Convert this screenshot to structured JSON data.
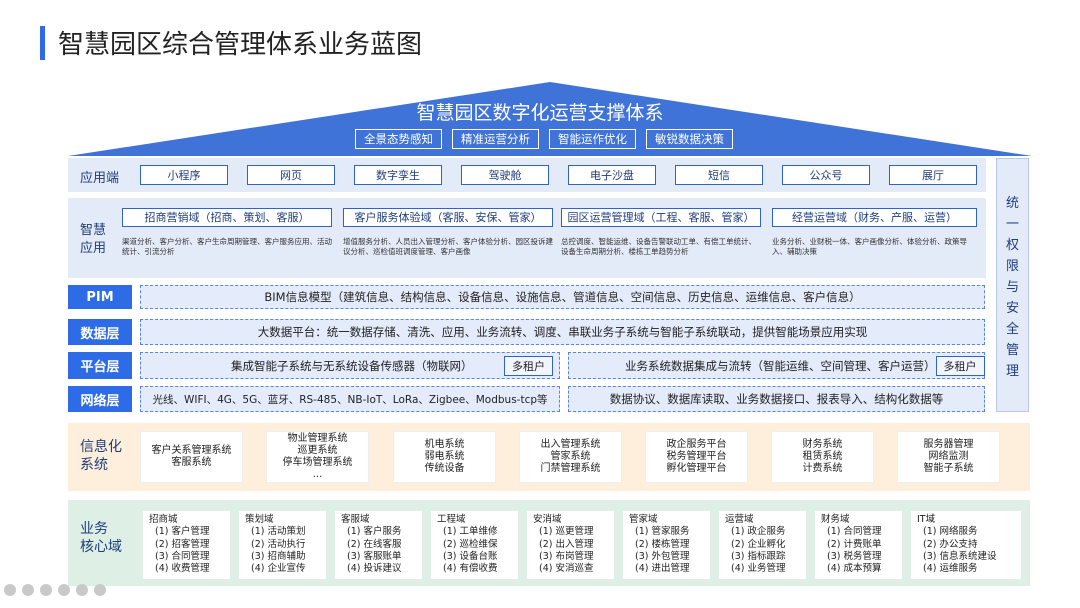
{
  "page_title": "智慧园区综合管理体系业务蓝图",
  "roof": {
    "title": "智慧园区数字化运营支撑体系",
    "tags": [
      "全景态势感知",
      "精准运营分析",
      "智能运作优化",
      "敏锐数据决策"
    ]
  },
  "security": {
    "label": [
      "统",
      "一",
      "权",
      "限",
      "与",
      "安",
      "全",
      "管",
      "理"
    ]
  },
  "app_end": {
    "label": "应用端",
    "items": [
      "小程序",
      "网页",
      "数字孪生",
      "驾驶舱",
      "电子沙盘",
      "短信",
      "公众号",
      "展厅"
    ]
  },
  "smart_apps": {
    "label": [
      "智慧",
      "应用"
    ],
    "cats": [
      {
        "title": "招商营销域（招商、策划、客服）",
        "desc": "渠道分析、客户分析、客户生命周期管理、客户服务应用、活动统计、引流分析"
      },
      {
        "title": "客户服务体验域（客服、安保、管家）",
        "desc": "增值服务分析、人员出入管理分析、客户体验分析、园区投诉建议分析、巡检值班调度管理、客户画像"
      },
      {
        "title": "园区运营管理域（工程、客服、管家）",
        "desc": "总控调度、智能运维、设备告警联动工单、有偿工单统计、设备生命周期分析、楼栋工单趋势分析"
      },
      {
        "title": "经营运营域（财务、产服、运营）",
        "desc": "业务分析、业财税一体、客户画像分析、体验分析、政策导入、辅助决策"
      }
    ]
  },
  "pim": {
    "label": "PIM",
    "text": "BIM信息模型（建筑信息、结构信息、设备信息、设施信息、管道信息、空间信息、历史信息、运维信息、客户信息）"
  },
  "data_layer": {
    "label": "数据层",
    "text": "大数据平台：统一数据存储、清洗、应用、业务流转、调度、串联业务子系统与智能子系统联动，提供智能场景应用实现"
  },
  "platform": {
    "label": "平台层",
    "left": "集成智能子系统与无系统设备传感器（物联网）",
    "right": "业务系统数据集成与流转（智能运维、空间管理、客户运营）",
    "tenant": "多租户"
  },
  "network": {
    "label": "网络层",
    "left": "光线、WIFI、4G、5G、蓝牙、RS-485、NB-IoT、LoRa、Zigbee、Modbus-tcp等",
    "right": "数据协议、数据库读取、业务数据接口、报表导入、结构化数据等"
  },
  "info": {
    "label": [
      "信息化",
      "系统"
    ],
    "boxes": [
      [
        "客户关系管理系统",
        "客服系统"
      ],
      [
        "物业管理系统",
        "巡更系统",
        "停车场管理系统",
        "..."
      ],
      [
        "机电系统",
        "弱电系统",
        "传统设备"
      ],
      [
        "出入管理系统",
        "管家系统",
        "门禁管理系统"
      ],
      [
        "政企服务平台",
        "税务管理平台",
        "孵化管理平台"
      ],
      [
        "财务系统",
        "租赁系统",
        "计费系统"
      ],
      [
        "服务器管理",
        "网络监测",
        "智能子系统"
      ]
    ]
  },
  "core": {
    "label": [
      "业务",
      "核心域"
    ],
    "domains": [
      {
        "title": "招商城",
        "items": [
          "(1) 客户管理",
          "(2) 招客管理",
          "(3) 合同管理",
          "(4) 收费管理"
        ]
      },
      {
        "title": "策划域",
        "items": [
          "(1) 活动策划",
          "(2) 活动执行",
          "(3) 招商辅助",
          "(4) 企业宣传"
        ]
      },
      {
        "title": "客服域",
        "items": [
          "(1) 客户服务",
          "(2) 在线客服",
          "(3) 客服账单",
          "(4) 投诉建议"
        ]
      },
      {
        "title": "工程域",
        "items": [
          "(1) 工单维修",
          "(2) 巡检维保",
          "(3) 设备台账",
          "(4) 有偿收费"
        ]
      },
      {
        "title": "安消域",
        "items": [
          "(1) 巡更管理",
          "(2) 出入管理",
          "(3) 布岗管理",
          "(4) 安消巡查"
        ]
      },
      {
        "title": "管家域",
        "items": [
          "(1) 管家服务",
          "(2) 楼栋管理",
          "(3) 外包管理",
          "(4) 进出管理"
        ]
      },
      {
        "title": "运营域",
        "items": [
          "(1) 政企服务",
          "(2) 企业孵化",
          "(3) 指标跟踪",
          "(4) 业务管理"
        ]
      },
      {
        "title": "财务域",
        "items": [
          "(1) 合同管理",
          "(2) 计费账单",
          "(3) 税务管理",
          "(4) 成本预算"
        ]
      },
      {
        "title": "IT域",
        "items": [
          "(1) 网络服务",
          "(2) 办公支持",
          "(3) 信息系统建设",
          "(4) 运维服务"
        ]
      }
    ]
  },
  "colors": {
    "accent": "#2e6be6",
    "roof": "#3f73d8",
    "band": "#e3eaf8",
    "info_band": "#fdefdc",
    "core_band": "#def0e6"
  }
}
